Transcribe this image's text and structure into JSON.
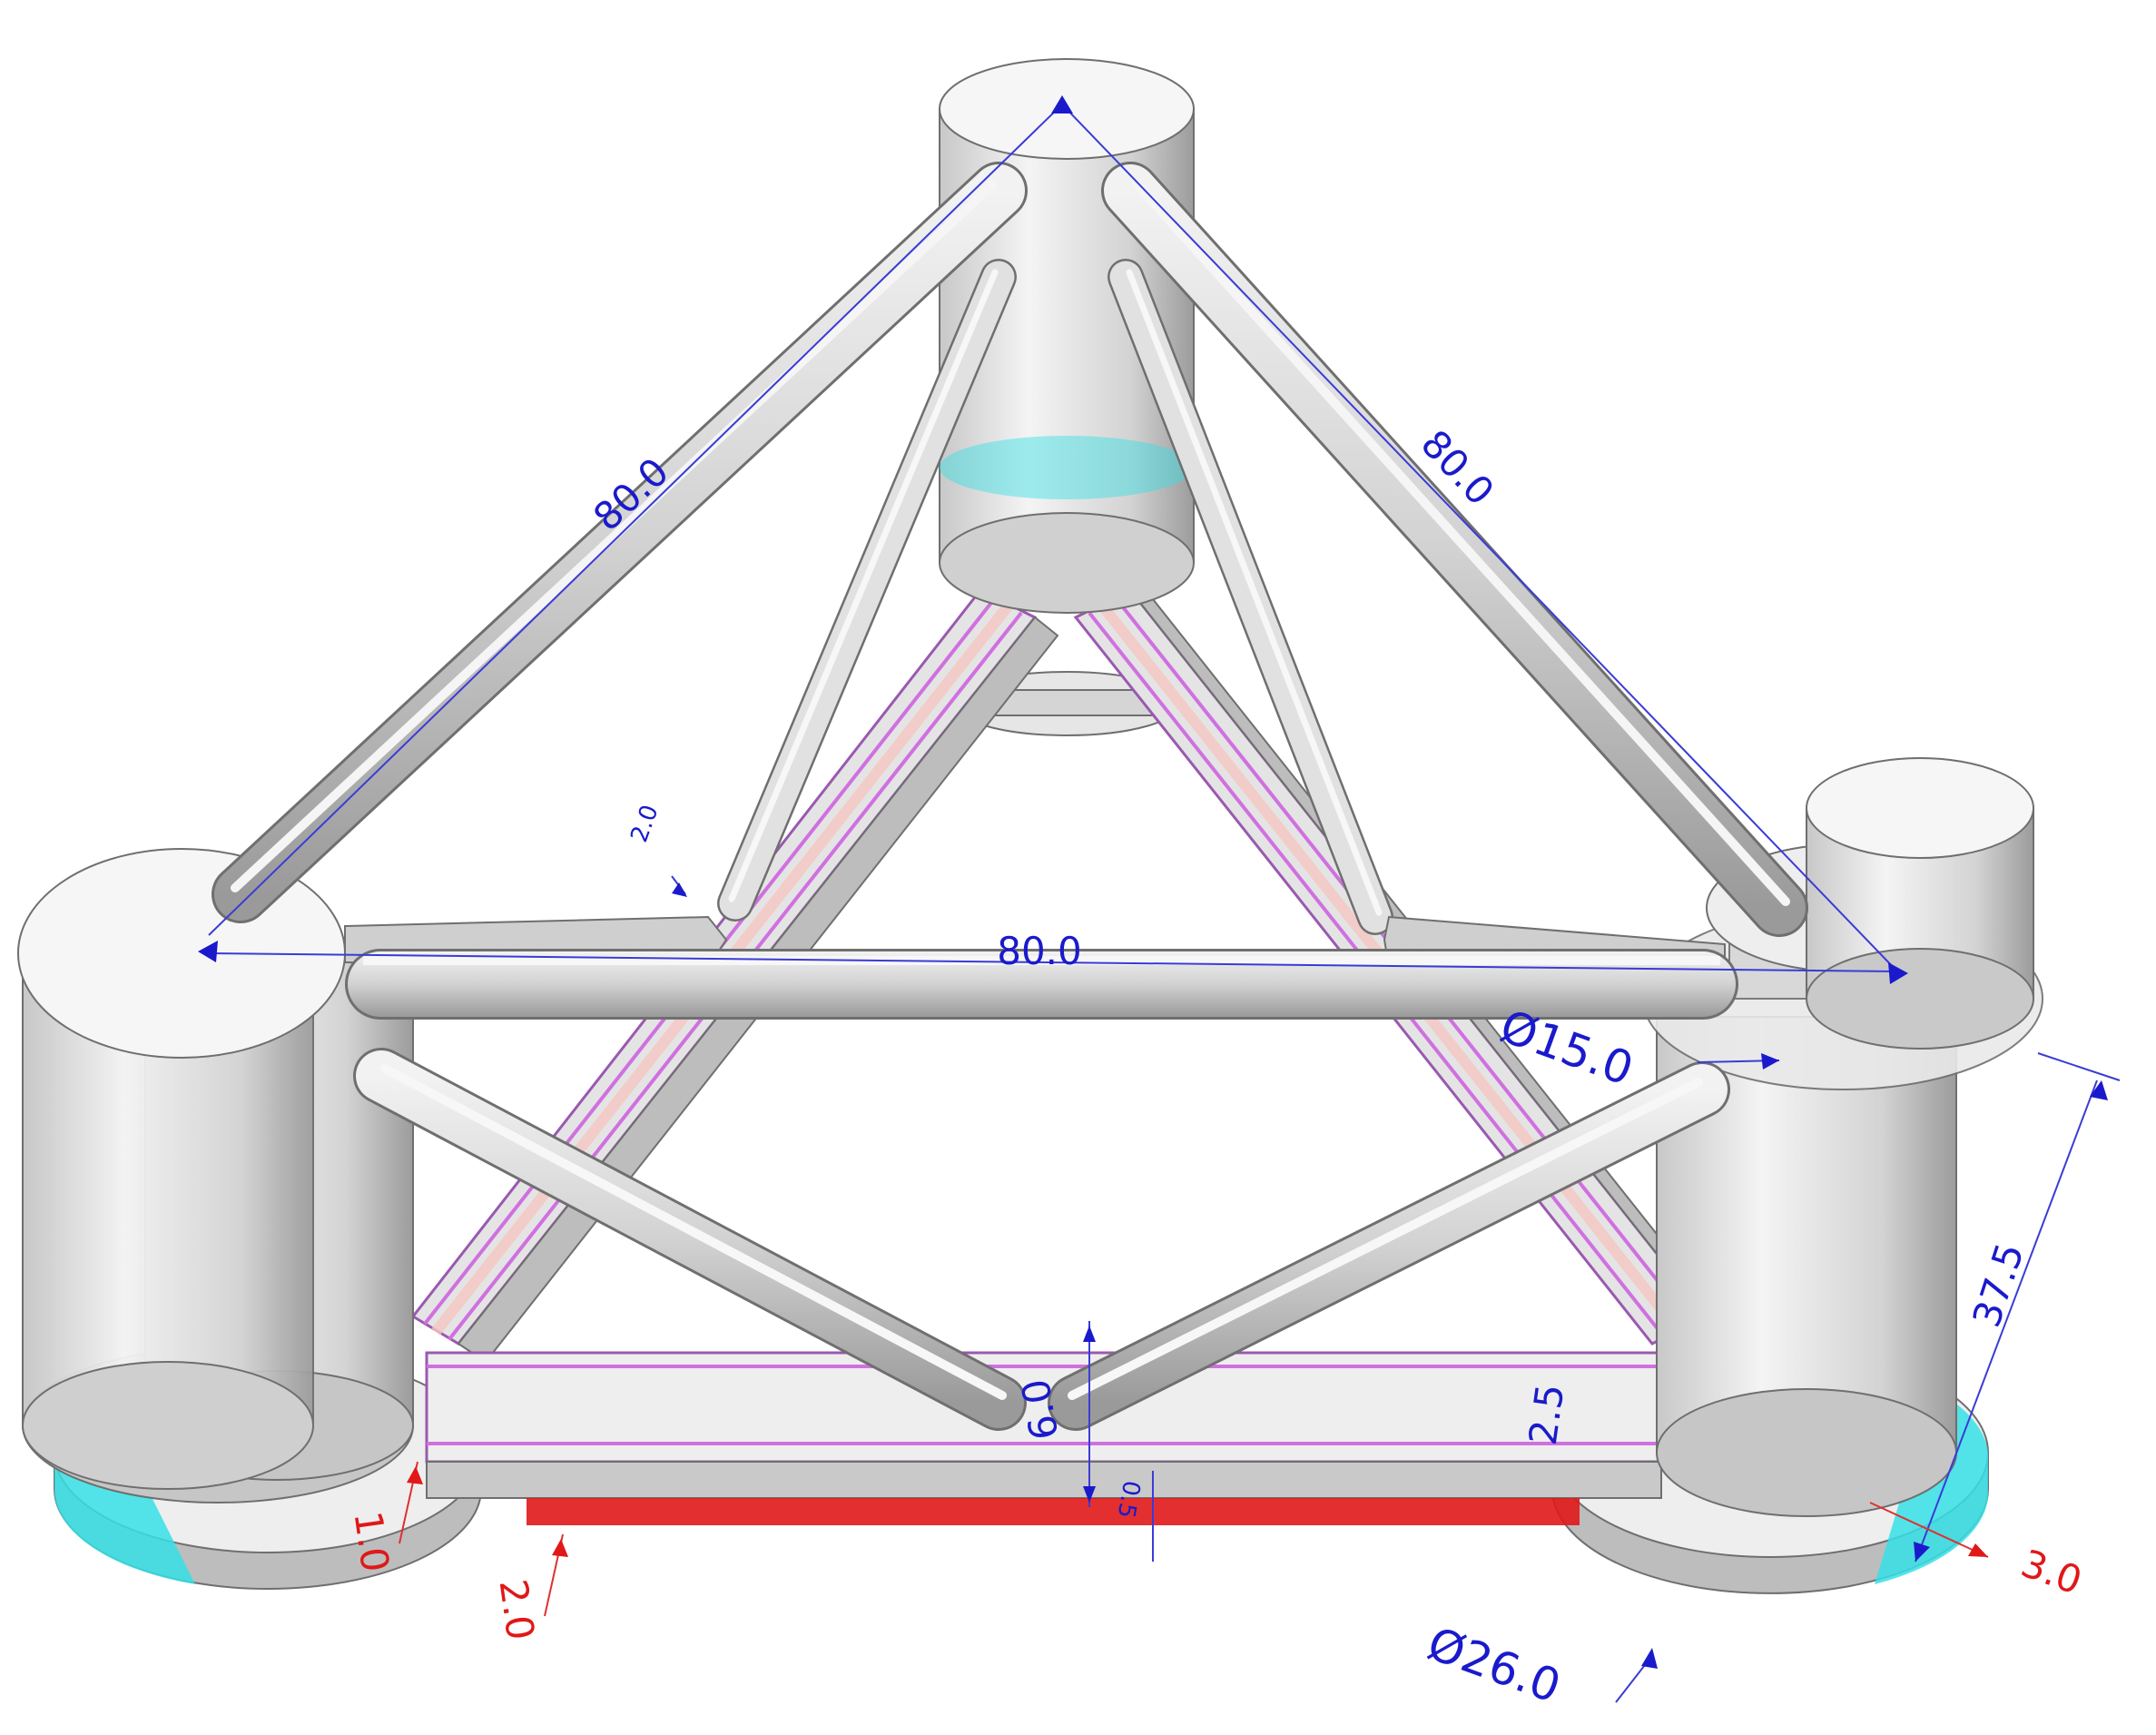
{
  "diagram": {
    "colors": {
      "member_fill": "#d9d9d9",
      "member_light": "#f2f2f2",
      "member_stroke": "#6f6f6f",
      "pontoon_magenta": "#d070e0",
      "pontoon_pink": "#f6c7c2",
      "highlight_cyan": "#35e0e6",
      "highlight_red": "#e01818",
      "dimension_blue": "#1a1acc",
      "dimension_red": "#e01818"
    },
    "dimensions": {
      "side_left": "80.0",
      "side_right": "80.0",
      "side_front": "80.0",
      "column_diameter": "Ø15.0",
      "heave_plate_diameter": "Ø26.0",
      "column_height": "37.5",
      "brace_dia_small": "2.0",
      "pontoon_height": "6.0",
      "pontoon_width": "2.5",
      "pontoon_thickness": "0.5",
      "left_plate_offset": "1.0",
      "left_plate_thickness": "2.0",
      "right_plate_offset": "3.0"
    }
  }
}
